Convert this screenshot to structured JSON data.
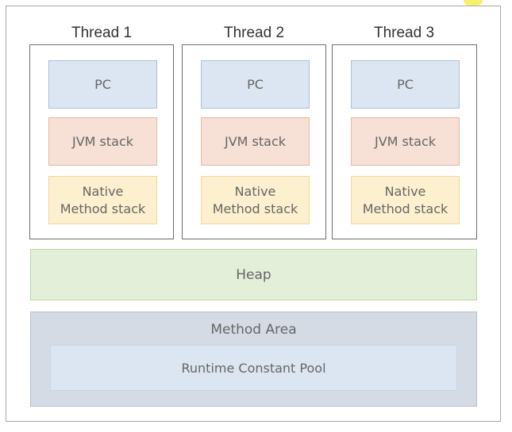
{
  "threads": [
    {
      "title": "Thread 1",
      "pc": "PC",
      "jvm_stack": "JVM stack",
      "native_line1": "Native",
      "native_line2": "Method stack"
    },
    {
      "title": "Thread 2",
      "pc": "PC",
      "jvm_stack": "JVM stack",
      "native_line1": "Native",
      "native_line2": "Method stack"
    },
    {
      "title": "Thread 3",
      "pc": "PC",
      "jvm_stack": "JVM stack",
      "native_line1": "Native",
      "native_line2": "Method stack"
    }
  ],
  "heap": "Heap",
  "method_area": {
    "label": "Method Area",
    "runtime_constant_pool": "Runtime Constant Pool"
  },
  "colors": {
    "pc": "#dce6f2",
    "jvm_stack": "#f7e0d6",
    "native_method_stack": "#fdf0cf",
    "heap": "#e3efd9",
    "method_area": "#d5dbe5",
    "highlight": "#f7f06a"
  }
}
